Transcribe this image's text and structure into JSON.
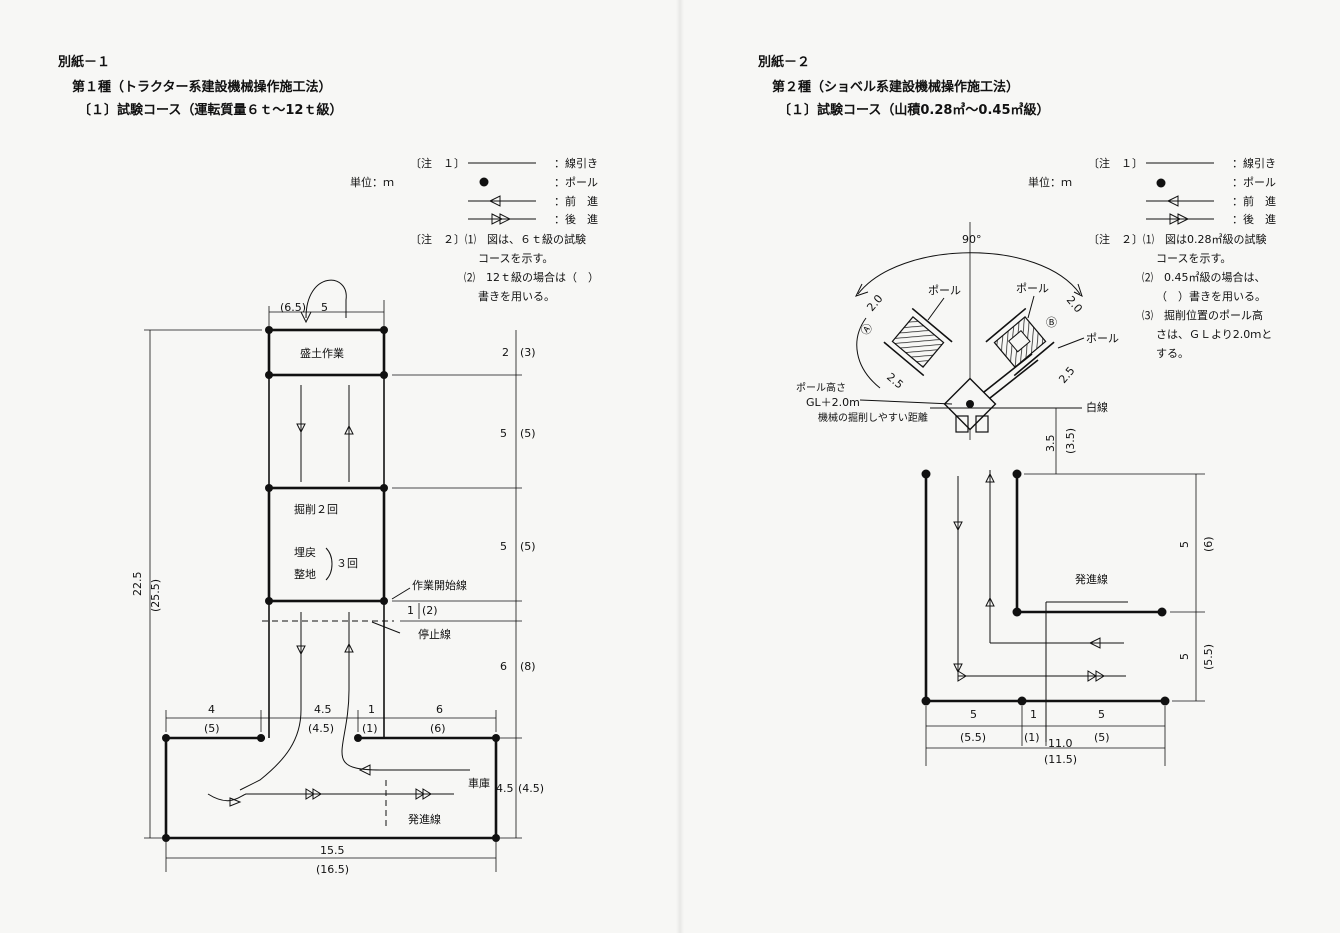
{
  "sheet1": {
    "label": "別紙－１",
    "title": "第１種（トラクター系建設機械操作施工法）",
    "subtitle": "〔１〕試験コース（運転質量６ｔ～12ｔ級）",
    "unit": "単位：ｍ",
    "legend": {
      "note1": "〔注　１〕",
      "line": "：線引き",
      "pole": "：ポール",
      "forward": "：前　進",
      "backward": "：後　進"
    },
    "note2": [
      "〔注　２〕⑴　図は、６ｔ級の試験",
      "コースを示す。",
      "⑵　12ｔ級の場合は（　）",
      "書きを用いる。"
    ],
    "areas": {
      "mound": "盛土作業",
      "dig": "掘削２回",
      "fill1": "埋戻",
      "fill2": "整地",
      "times3": "３回",
      "work_start": "作業開始線",
      "stop": "停止線",
      "garage": "車庫",
      "start": "発進線"
    },
    "dims": {
      "top_a": "(6.5)",
      "top_b": "5",
      "r1": "2",
      "r1b": "(3)",
      "r2": "5",
      "r2b": "(5)",
      "r3": "5",
      "r3b": "(5)",
      "r4": "1",
      "r4b": "(2)",
      "r5": "6",
      "r5b": "(8)",
      "r6": "4.5",
      "r6b": "(4.5)",
      "total": "22.5",
      "totalb": "(25.5)",
      "w1": "4",
      "w1b": "(5)",
      "w2": "4.5",
      "w2b": "(4.5)",
      "w3": "1",
      "w3b": "(1)",
      "w4": "6",
      "w4b": "(6)",
      "bottom": "15.5",
      "bottomb": "(16.5)"
    }
  },
  "sheet2": {
    "label": "別紙－２",
    "title": "第２種（ショベル系建設機械操作施工法）",
    "subtitle": "〔１〕試験コース（山積0.28㎥～0.45㎥級）",
    "unit": "単位：ｍ",
    "legend": {
      "note1": "〔注　１〕",
      "line": "：線引き",
      "pole": "：ポール",
      "forward": "：前　進",
      "backward": "：後　進"
    },
    "note2": [
      "〔注　２〕⑴　図は0.28㎥級の試験",
      "コースを示す。",
      "⑵　0.45㎥級の場合は、",
      "（　）書きを用いる。",
      "⑶　掘削位置のポール高",
      "さは、ＧＬより2.0ｍと",
      "する。"
    ],
    "labels": {
      "angle": "90°",
      "pole_a": "ポール",
      "pole_b": "ポール",
      "pole_c": "ポール",
      "mark_a": "Ⓐ",
      "mark_b": "Ⓑ",
      "pole_height": "ポール高さ",
      "gl": "GL＋2.0m",
      "dist": "機械の掘削しやすい距離",
      "white_line": "白線",
      "start": "発進線"
    },
    "dims": {
      "a20l": "2.0",
      "a25l": "2.5",
      "a20r": "2.0",
      "a25r": "2.5",
      "v35": "3.5",
      "v35b": "(3.5)",
      "r1": "5",
      "r1b": "(6)",
      "r2": "5",
      "r2b": "(5.5)",
      "w1": "5",
      "w1b": "(5.5)",
      "w2": "1",
      "w2b": "(1)",
      "w3": "5",
      "w3b": "(5)",
      "total": "11.0",
      "totalb": "(11.5)"
    }
  }
}
